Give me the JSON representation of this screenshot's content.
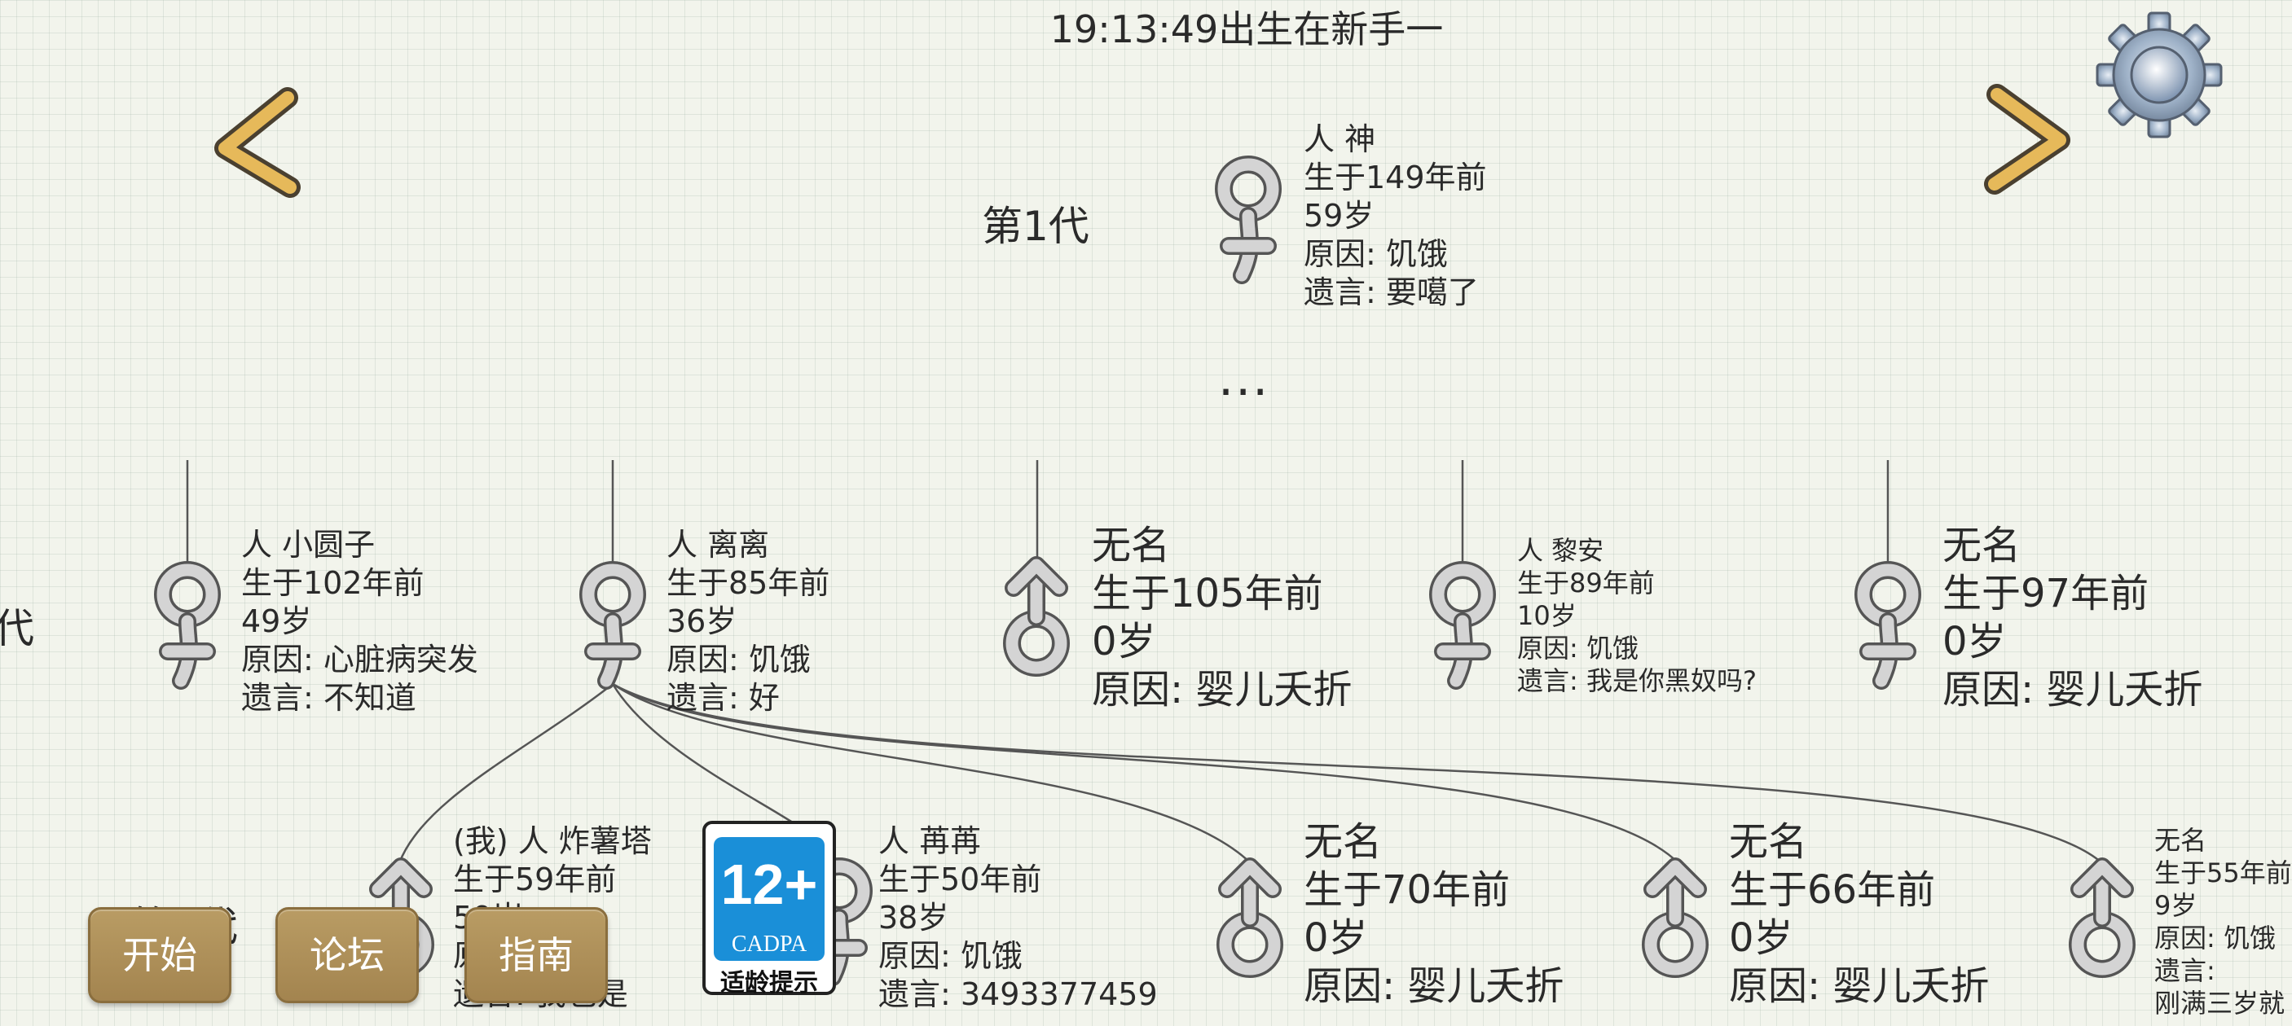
{
  "header": {
    "title": "19:13:49出生在新手一"
  },
  "colors": {
    "button": "#a98a55",
    "arrow": "#e6b95a",
    "badge_blue": "#1a8fd8",
    "grid_line": "#c7d3c8"
  },
  "navigation": {
    "prev_icon": "chevron-left-icon",
    "next_icon": "chevron-right-icon",
    "settings_icon": "gear-icon"
  },
  "gen1": {
    "label": "第1代",
    "member": {
      "gender": "female",
      "name": "人 神",
      "born": "生于149年前",
      "age": "59岁",
      "cause": "原因: 饥饿",
      "words": "遗言: 要噶了"
    }
  },
  "ellipsis": "...",
  "gen_mid_edge_label": "代",
  "gen_mid": [
    {
      "gender": "female",
      "name": "人 小圆子",
      "born": "生于102年前",
      "age": "49岁",
      "cause": "原因: 心脏病突发",
      "words": "遗言: 不知道"
    },
    {
      "gender": "female",
      "name": "人 离离",
      "born": "生于85年前",
      "age": "36岁",
      "cause": "原因: 饥饿",
      "words": "遗言: 好"
    },
    {
      "gender": "male",
      "name": "无名",
      "born": "生于105年前",
      "age": "0岁",
      "cause": "原因: 婴儿夭折"
    },
    {
      "gender": "female",
      "name": "人 黎安",
      "born": "生于89年前",
      "age": "10岁",
      "cause": "原因: 饥饿",
      "words": "遗言: 我是你黑奴吗?"
    },
    {
      "gender": "female",
      "name": "无名",
      "born": "生于97年前",
      "age": "0岁",
      "cause": "原因: 婴儿夭折"
    }
  ],
  "gen_bottom_label": "第3代",
  "gen_bottom": [
    {
      "gender": "male",
      "name": "(我) 人 炸薯塔",
      "born": "生于59年前",
      "age": "59岁",
      "cause": "原因: 饥饿",
      "words": "遗言: 我也是"
    },
    {
      "gender": "female",
      "name": "人 苒苒",
      "born": "生于50年前",
      "age": "38岁",
      "cause": "原因: 饥饿",
      "words": "遗言: 3493377459"
    },
    {
      "gender": "male",
      "name": "无名",
      "born": "生于70年前",
      "age": "0岁",
      "cause": "原因: 婴儿夭折"
    },
    {
      "gender": "male",
      "name": "无名",
      "born": "生于66年前",
      "age": "0岁",
      "cause": "原因: 婴儿夭折"
    },
    {
      "gender": "male",
      "name": "无名",
      "born": "生于55年前",
      "age": "9岁",
      "cause": "原因: 饥饿",
      "words": "遗言:",
      "words2": "刚满三岁就"
    }
  ],
  "menu": {
    "start": "开始",
    "forum": "论坛",
    "guide": "指南"
  },
  "age_badge": {
    "rating": "12+",
    "org": "CADPA",
    "hint": "适龄提示"
  }
}
